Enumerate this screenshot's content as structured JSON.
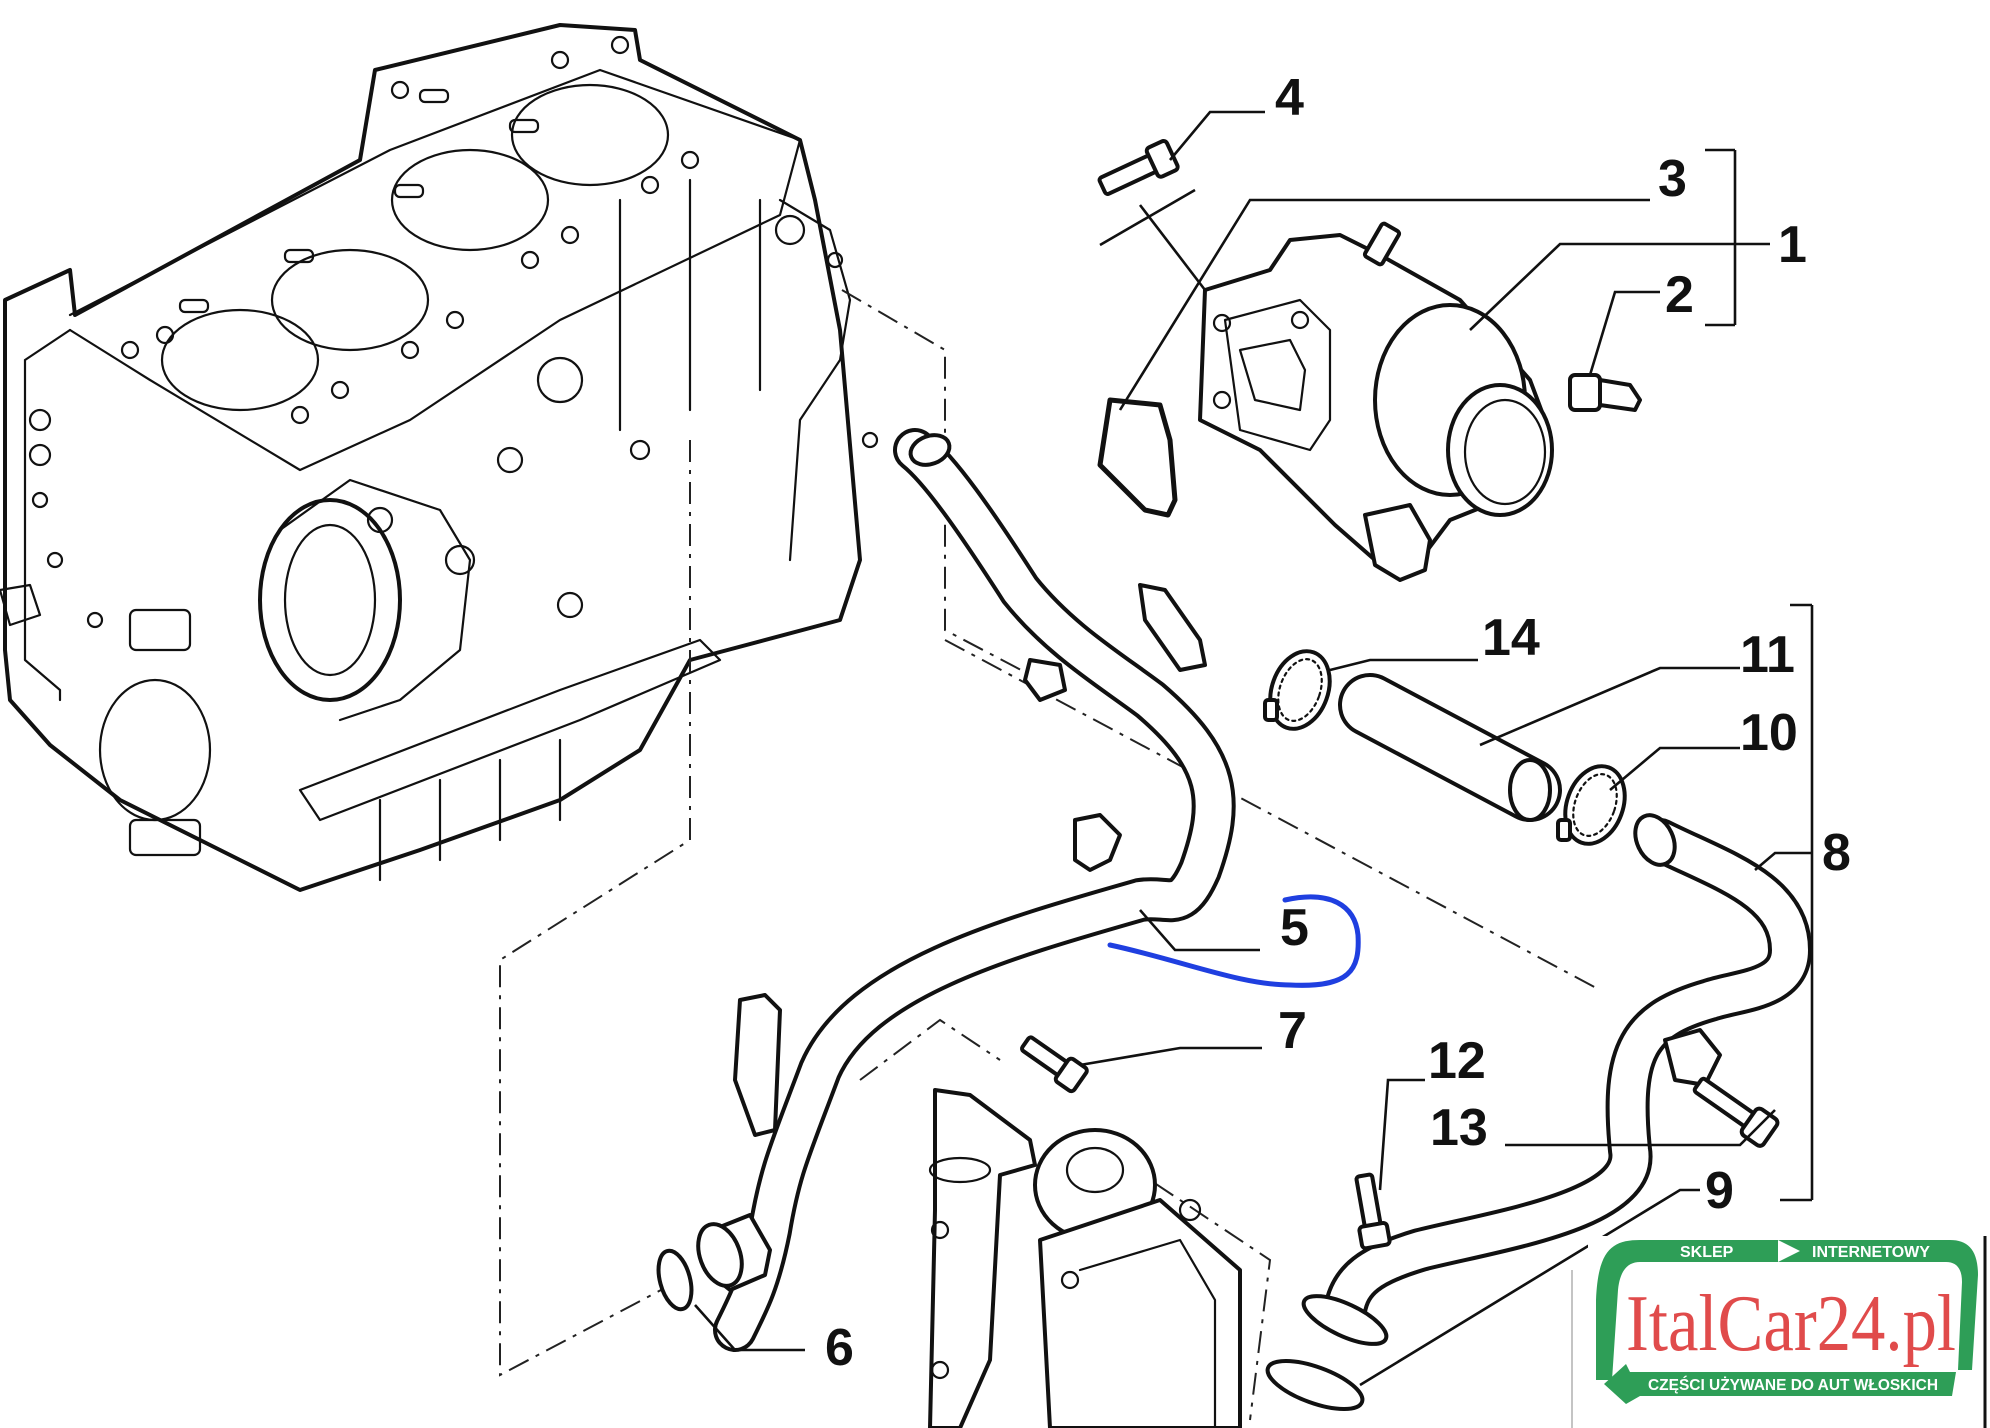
{
  "diagram": {
    "labels": {
      "p1": "1",
      "p2": "2",
      "p3": "3",
      "p4": "4",
      "p5": "5",
      "p6": "6",
      "p7": "7",
      "p8": "8",
      "p9": "9",
      "p10": "10",
      "p11": "11",
      "p12": "12",
      "p13": "13",
      "p14": "14"
    },
    "annotation_color": "#1f3fe0"
  },
  "logo": {
    "brand": "ItalCar24.pl",
    "top_left": "SKLEP",
    "top_right": "INTERNETOWY",
    "bottom": "CZĘŚCI UŻYWANE DO AUT WŁOSKICH",
    "green": "#2e9e57",
    "red": "#e04b4b"
  }
}
